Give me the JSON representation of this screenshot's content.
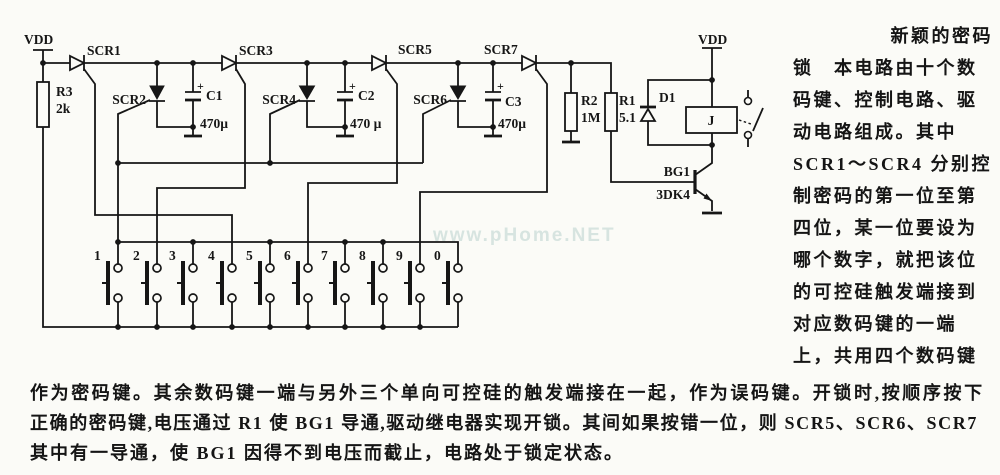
{
  "watermark": "www.pHome.NET",
  "schematic": {
    "vdd_left": "VDD",
    "vdd_right": "VDD",
    "plus": "+",
    "series_scrs": [
      "SCR1",
      "SCR3",
      "SCR5",
      "SCR7"
    ],
    "shunt_scrs": [
      "SCR2",
      "SCR4",
      "SCR6"
    ],
    "capacitors": [
      {
        "name": "C1",
        "value": "470µ"
      },
      {
        "name": "C2",
        "value": "470 µ"
      },
      {
        "name": "C3",
        "value": "470µ"
      }
    ],
    "resistors": [
      {
        "name": "R3",
        "value": "2k"
      },
      {
        "name": "R2",
        "value": "1M"
      },
      {
        "name": "R1",
        "value": "5.1"
      }
    ],
    "diode": "D1",
    "relay": "J",
    "transistor": {
      "name": "BG1",
      "model": "3DK4"
    },
    "keys": [
      "1",
      "2",
      "3",
      "4",
      "5",
      "6",
      "7",
      "8",
      "9",
      "0"
    ]
  },
  "right_column": {
    "lines": [
      "新颖的密码",
      "锁　本电路由十个数",
      "码键、控制电路、驱",
      "动电路组成。其中",
      "SCR1～SCR4 分别控",
      "制密码的第一位至第",
      "四位，某一位要设为",
      "哪个数字，就把该位",
      "的可控硅触发端接到",
      "对应数码键的一端",
      "上，共用四个数码键"
    ]
  },
  "bottom_text": {
    "lines": [
      "作为密码键。其余数码键一端与另外三个单向可控硅的触发端接在一起，作为误码键。开锁时,按顺序按下",
      "正确的密码键,电压通过 R1 使 BG1 导通,驱动继电器实现开锁。其间如果按错一位，则 SCR5、SCR6、SCR7",
      "其中有一导通，使 BG1 因得不到电压而截止，电路处于锁定状态。"
    ]
  }
}
